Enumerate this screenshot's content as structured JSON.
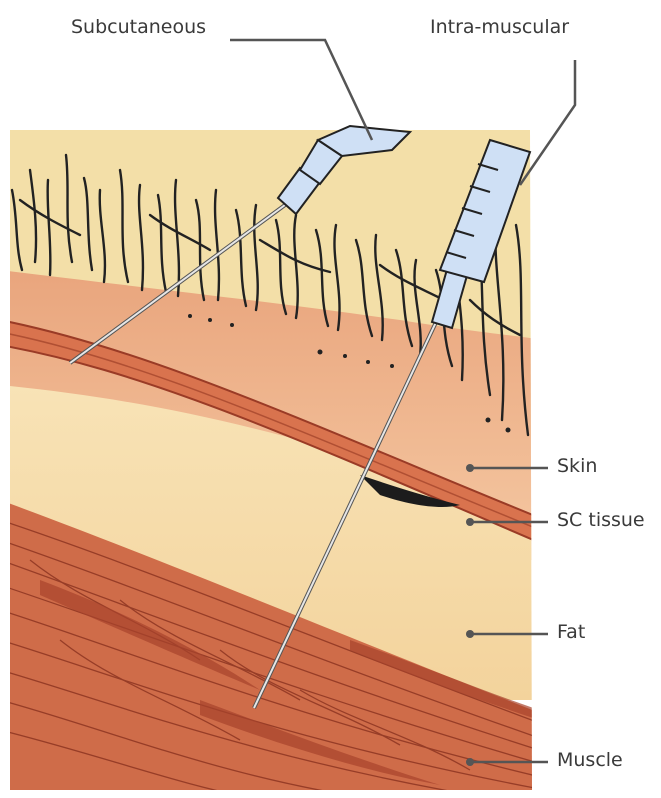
{
  "labels": {
    "subcutaneous": "Subcutaneous",
    "intramuscular": "Intra-muscular",
    "skin": "Skin",
    "sc_tissue": "SC tissue",
    "fat": "Fat",
    "muscle": "Muscle"
  },
  "colors": {
    "hair_bg": "#f3dfa8",
    "skin": "#efb48c",
    "sc_band": "#d9734e",
    "fat": "#f6dfae",
    "muscle": "#cf6c49",
    "muscle_dark": "#a8432c",
    "syringe": "#cfe0f5",
    "leader_line": "#555555"
  }
}
